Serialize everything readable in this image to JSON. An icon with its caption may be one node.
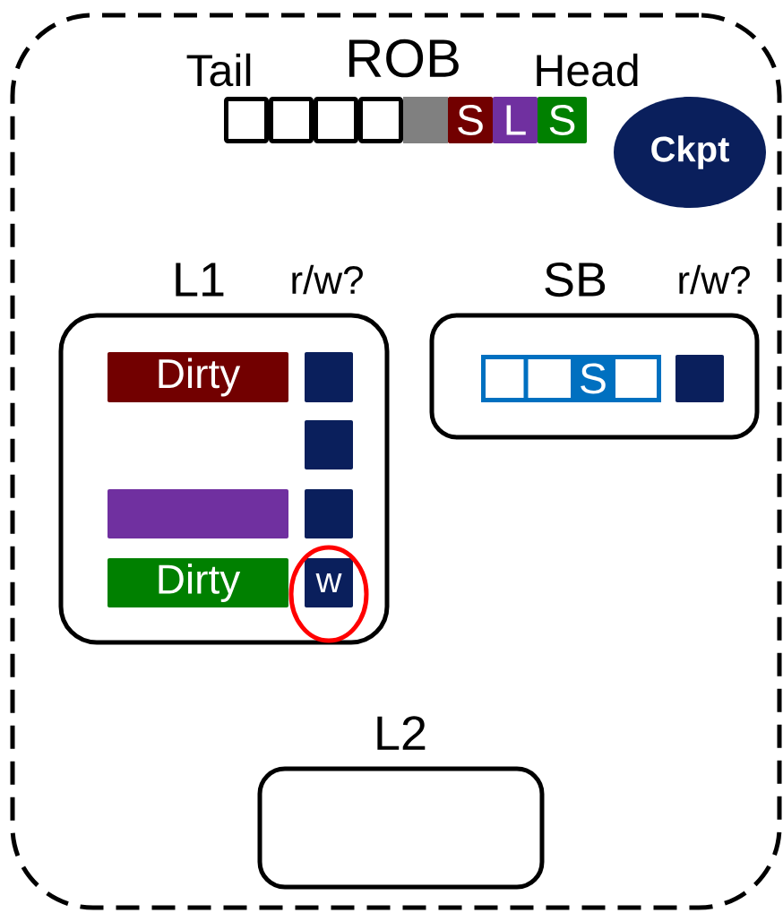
{
  "diagram": {
    "nodes": [
      {
        "text": [],
        "shape": "box"
      },
      {
        "text": [
          "ROB"
        ],
        "in": 0
      },
      {
        "text": [
          "S"
        ],
        "in": 0
      },
      {
        "text": [
          "L"
        ],
        "in": 0
      },
      {
        "text": [
          "S"
        ],
        "in": 0
      },
      {
        "text": [
          "Ckpt"
        ],
        "in": 0
      },
      {
        "text": [
          "L1"
        ],
        "in": 0
      },
      {
        "text": [
          "Dirty"
        ],
        "in": 6
      },
      {
        "text": [],
        "shape": "box",
        "in": 6
      },
      {
        "text": [],
        "shape": "box",
        "in": 6
      },
      {
        "text": [],
        "shape": "bar",
        "in": 6
      },
      {
        "text": [],
        "shape": "box",
        "in": 6
      },
      {
        "text": [
          "Dirty"
        ],
        "in": 6
      },
      {
        "text": [
          "w"
        ],
        "in": 6
      },
      {
        "text": [
          "SB"
        ],
        "in": 0
      },
      {
        "text": [
          "S"
        ],
        "in": 14
      },
      {
        "text": [],
        "shape": "box",
        "in": 14
      },
      {
        "text": [
          "L2"
        ],
        "in": 0
      }
    ],
    "labels": [
      "Tail",
      "Head",
      "r/w?",
      "r/w?"
    ]
  }
}
